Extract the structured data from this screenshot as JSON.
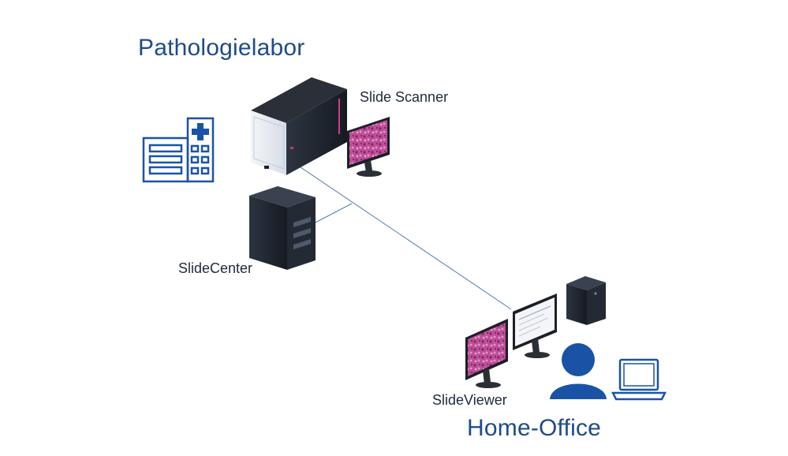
{
  "diagram": {
    "lab_title": "Pathologielabor",
    "scanner_label": "Slide Scanner",
    "center_label": "SlideCenter",
    "viewer_label": "SlideViewer",
    "home_title": "Home-Office"
  },
  "icons": {
    "hospital": "hospital-icon",
    "scanner": "slide-scanner-icon",
    "lab_monitor": "monitor-icon",
    "server": "server-rack-icon",
    "viewer_monitors": "dual-monitor-icon",
    "tower": "pc-tower-icon",
    "person": "person-icon",
    "laptop": "laptop-icon"
  },
  "colors": {
    "title": "#1e4b8a",
    "icon_blue": "#1a53a6",
    "line": "#5a7aa8"
  }
}
